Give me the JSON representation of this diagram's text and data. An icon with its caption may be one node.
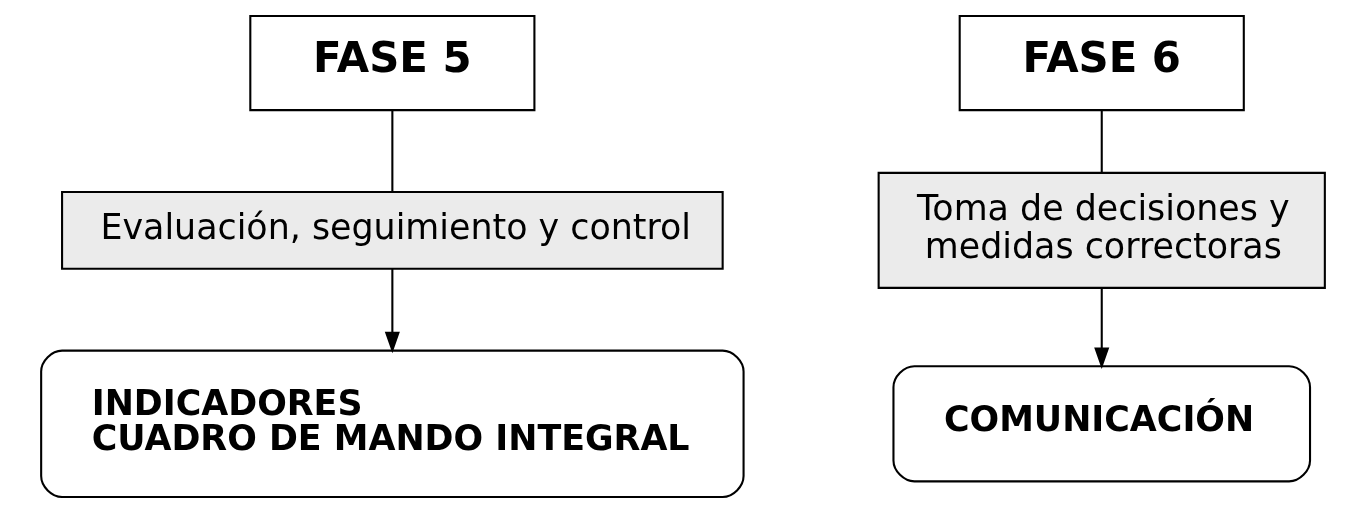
{
  "diagram": {
    "nodes": [
      {
        "text": [
          "FASE 5"
        ]
      },
      {
        "text": [
          "Evaluación, seguimiento y control"
        ]
      },
      {
        "text": [
          "INDICADORES",
          "CUADRO DE MANDO INTEGRAL"
        ]
      },
      {
        "text": [
          "FASE 6"
        ]
      },
      {
        "text": [
          "Toma de decisiones y medidas correctoras"
        ]
      },
      {
        "text": [
          "COMUNICACIÓN"
        ]
      }
    ],
    "edges": [
      {
        "from": 0,
        "to": 1,
        "arrow": "none"
      },
      {
        "from": 1,
        "to": 2,
        "arrow": "to"
      },
      {
        "from": 3,
        "to": 4,
        "arrow": "none"
      },
      {
        "from": 4,
        "to": 5,
        "arrow": "to"
      }
    ]
  }
}
